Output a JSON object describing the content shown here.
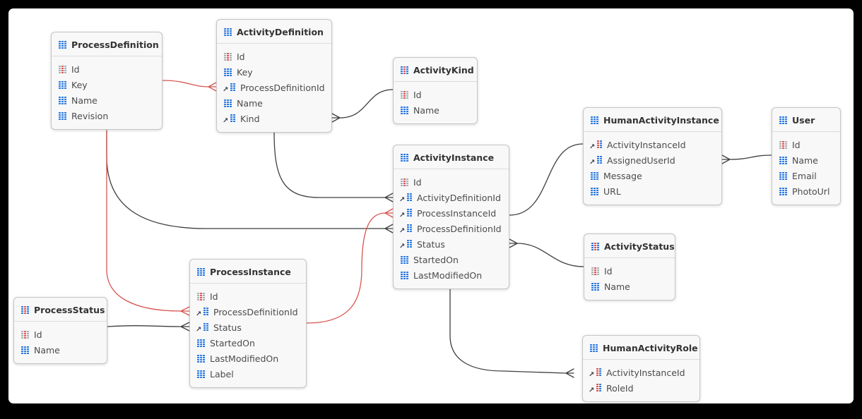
{
  "diagram": {
    "colors": {
      "icon_blue": "#2f7ce2",
      "icon_red": "#e2574d",
      "icon_gray": "#a9b0ba",
      "line": "#3f3f3f",
      "line_highlighted": "#d8554f",
      "table_background": "#f8f8f8",
      "table_border": "#c6c6c6",
      "frame": "#000000"
    },
    "tables": [
      {
        "title": "ProcessDefinition",
        "icon": "table",
        "fields": [
          {
            "name": "Id",
            "icon": "primary-key"
          },
          {
            "name": "Key",
            "icon": "column"
          },
          {
            "name": "Name",
            "icon": "column"
          },
          {
            "name": "Revision",
            "icon": "column"
          }
        ]
      },
      {
        "title": "ActivityDefinition",
        "icon": "table",
        "fields": [
          {
            "name": "Id",
            "icon": "primary-key"
          },
          {
            "name": "Key",
            "icon": "column"
          },
          {
            "name": "ProcessDefinitionId",
            "icon": "foreign-key"
          },
          {
            "name": "Name",
            "icon": "column"
          },
          {
            "name": "Kind",
            "icon": "foreign-key"
          }
        ]
      },
      {
        "title": "ActivityKind",
        "icon": "table-lookup",
        "fields": [
          {
            "name": "Id",
            "icon": "primary-key"
          },
          {
            "name": "Name",
            "icon": "column"
          }
        ]
      },
      {
        "title": "ActivityInstance",
        "icon": "table",
        "fields": [
          {
            "name": "Id",
            "icon": "primary-key"
          },
          {
            "name": "ActivityDefinitionId",
            "icon": "foreign-key"
          },
          {
            "name": "ProcessInstanceId",
            "icon": "foreign-key"
          },
          {
            "name": "ProcessDefinitionId",
            "icon": "foreign-key"
          },
          {
            "name": "Status",
            "icon": "foreign-key"
          },
          {
            "name": "StartedOn",
            "icon": "column"
          },
          {
            "name": "LastModifiedOn",
            "icon": "column"
          }
        ]
      },
      {
        "title": "HumanActivityInstance",
        "icon": "table",
        "fields": [
          {
            "name": "ActivityInstanceId",
            "icon": "primary-foreign-key"
          },
          {
            "name": "AssignedUserId",
            "icon": "foreign-key"
          },
          {
            "name": "Message",
            "icon": "column"
          },
          {
            "name": "URL",
            "icon": "column"
          }
        ]
      },
      {
        "title": "User",
        "icon": "table",
        "fields": [
          {
            "name": "Id",
            "icon": "primary-key"
          },
          {
            "name": "Name",
            "icon": "column"
          },
          {
            "name": "Email",
            "icon": "column"
          },
          {
            "name": "PhotoUrl",
            "icon": "column"
          }
        ]
      },
      {
        "title": "ActivityStatus",
        "icon": "table-lookup",
        "fields": [
          {
            "name": "Id",
            "icon": "primary-key"
          },
          {
            "name": "Name",
            "icon": "column"
          }
        ]
      },
      {
        "title": "ProcessInstance",
        "icon": "table",
        "fields": [
          {
            "name": "Id",
            "icon": "primary-key"
          },
          {
            "name": "ProcessDefinitionId",
            "icon": "foreign-key"
          },
          {
            "name": "Status",
            "icon": "foreign-key"
          },
          {
            "name": "StartedOn",
            "icon": "column"
          },
          {
            "name": "LastModifiedOn",
            "icon": "column"
          },
          {
            "name": "Label",
            "icon": "column"
          }
        ]
      },
      {
        "title": "ProcessStatus",
        "icon": "table-lookup",
        "fields": [
          {
            "name": "Id",
            "icon": "primary-key"
          },
          {
            "name": "Name",
            "icon": "column"
          }
        ]
      },
      {
        "title": "HumanActivityRole",
        "icon": "table",
        "fields": [
          {
            "name": "ActivityInstanceId",
            "icon": "primary-foreign-key"
          },
          {
            "name": "RoleId",
            "icon": "primary-foreign-key"
          }
        ]
      }
    ],
    "relationships": [
      {
        "from": "ProcessDefinition.Id",
        "to": "ActivityDefinition.ProcessDefinitionId",
        "cardinality": "one-to-many",
        "highlighted": true
      },
      {
        "from": "ActivityKind.Id",
        "to": "ActivityDefinition.Kind",
        "cardinality": "one-to-many",
        "highlighted": false
      },
      {
        "from": "ActivityDefinition.Id",
        "to": "ActivityInstance.ActivityDefinitionId",
        "cardinality": "one-to-many",
        "highlighted": false
      },
      {
        "from": "ProcessDefinition.Id",
        "to": "ActivityInstance.ProcessDefinitionId",
        "cardinality": "one-to-many",
        "highlighted": false
      },
      {
        "from": "ProcessInstance.Id",
        "to": "ActivityInstance.ProcessInstanceId",
        "cardinality": "one-to-many",
        "highlighted": true
      },
      {
        "from": "ProcessDefinition.Id",
        "to": "ProcessInstance.ProcessDefinitionId",
        "cardinality": "one-to-many",
        "highlighted": true
      },
      {
        "from": "ProcessStatus.Id",
        "to": "ProcessInstance.Status",
        "cardinality": "one-to-many",
        "highlighted": false
      },
      {
        "from": "ActivityStatus.Id",
        "to": "ActivityInstance.Status",
        "cardinality": "one-to-many",
        "highlighted": false
      },
      {
        "from": "User.Id",
        "to": "HumanActivityInstance.AssignedUserId",
        "cardinality": "one-to-many",
        "highlighted": false
      },
      {
        "from": "ActivityInstance.Id",
        "to": "HumanActivityRole.ActivityInstanceId",
        "cardinality": "one-to-many",
        "highlighted": false
      },
      {
        "from": "ActivityInstance.Id",
        "to": "HumanActivityInstance.ActivityInstanceId",
        "cardinality": "one-to-one",
        "highlighted": false
      }
    ]
  }
}
